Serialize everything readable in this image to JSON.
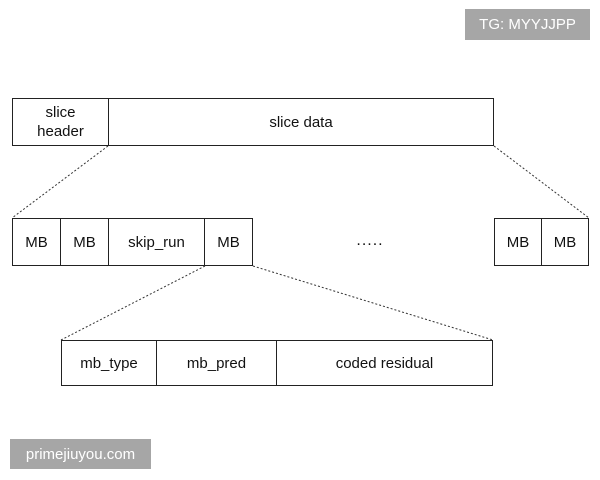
{
  "slice": {
    "header": "slice\nheader",
    "data": "slice data"
  },
  "macroblocks": {
    "left": [
      "MB",
      "MB",
      "skip_run",
      "MB"
    ],
    "ellipsis": ".....",
    "right": [
      "MB",
      "MB"
    ]
  },
  "mb_fields": {
    "type": "mb_type",
    "pred": "mb_pred",
    "residual": "coded residual"
  },
  "watermarks": {
    "top": "TG: MYYJJPP",
    "bottom": "primejiuyou.com"
  },
  "colors": {
    "stroke": "#222222",
    "watermark_bg": "#a6a6a6",
    "watermark_text": "#ffffff"
  }
}
